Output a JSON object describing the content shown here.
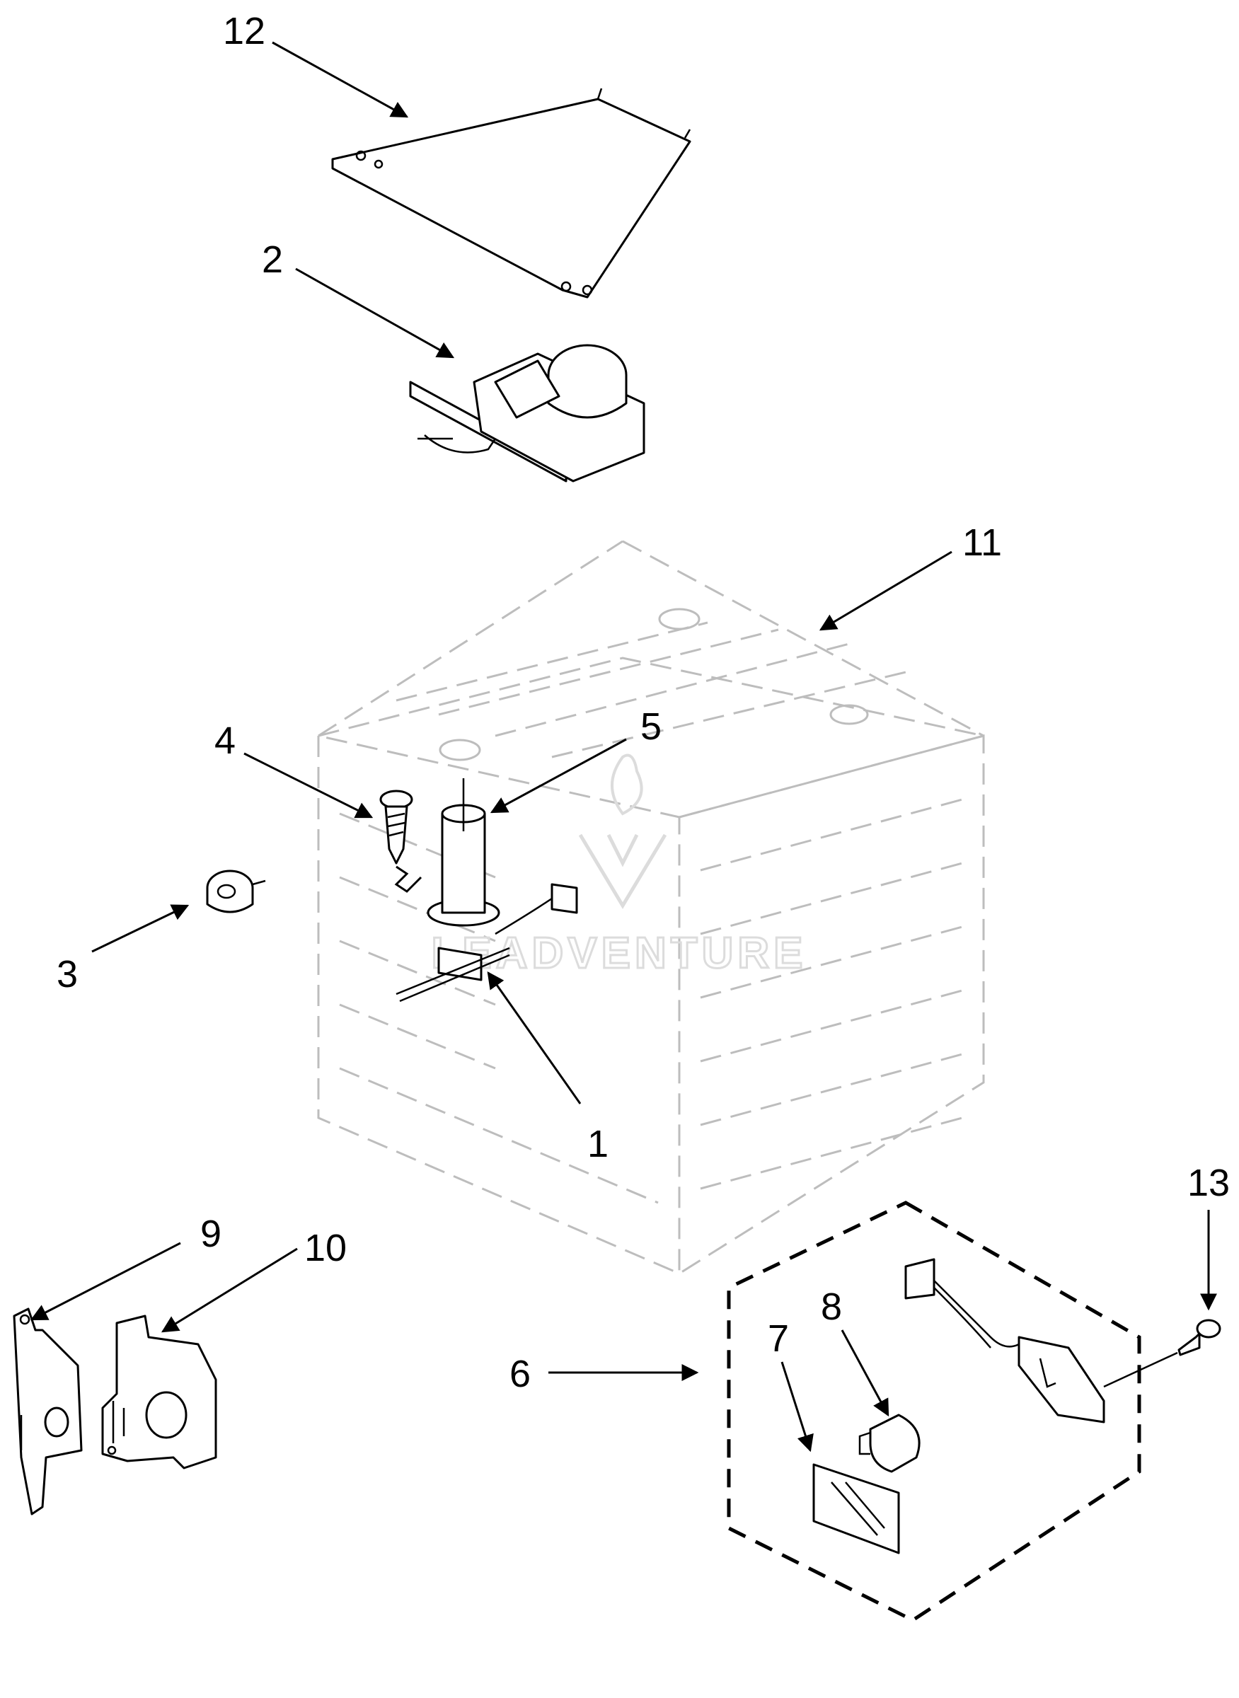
{
  "watermark": "LEADVENTURE",
  "callouts": [
    {
      "id": "12",
      "label": "12"
    },
    {
      "id": "2",
      "label": "2"
    },
    {
      "id": "11",
      "label": "11"
    },
    {
      "id": "4",
      "label": "4"
    },
    {
      "id": "5",
      "label": "5"
    },
    {
      "id": "3",
      "label": "3"
    },
    {
      "id": "1",
      "label": "1"
    },
    {
      "id": "13",
      "label": "13"
    },
    {
      "id": "9",
      "label": "9"
    },
    {
      "id": "10",
      "label": "10"
    },
    {
      "id": "8",
      "label": "8"
    },
    {
      "id": "7",
      "label": "7"
    },
    {
      "id": "6",
      "label": "6"
    }
  ],
  "colors": {
    "ink": "#000000",
    "ghost": "#bdbdbd",
    "watermark": "#dcdcdc"
  }
}
